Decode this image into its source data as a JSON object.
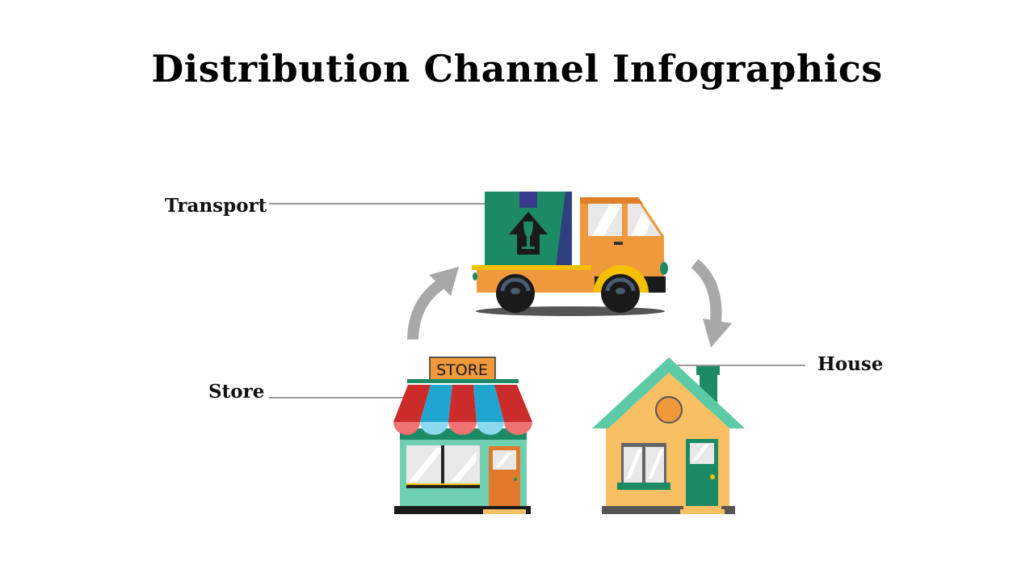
{
  "title": "Distribution Channel Infographics",
  "labels": {
    "transport": "Transport",
    "store": "Store",
    "house": "House"
  },
  "store_sign": "STORE",
  "icons": [
    "truck-icon",
    "store-icon",
    "house-icon",
    "flow-arrow-icon"
  ],
  "colors": {
    "truck_cargo": "#1d8a66",
    "truck_cab": "#f0993c",
    "awning_red": "#cc2b2b",
    "awning_blue": "#1ea6cf",
    "store_wall": "#6fcfb0",
    "house_wall": "#f9c063",
    "house_roof": "#5ccaa6",
    "arrow": "#a8a8a8"
  }
}
